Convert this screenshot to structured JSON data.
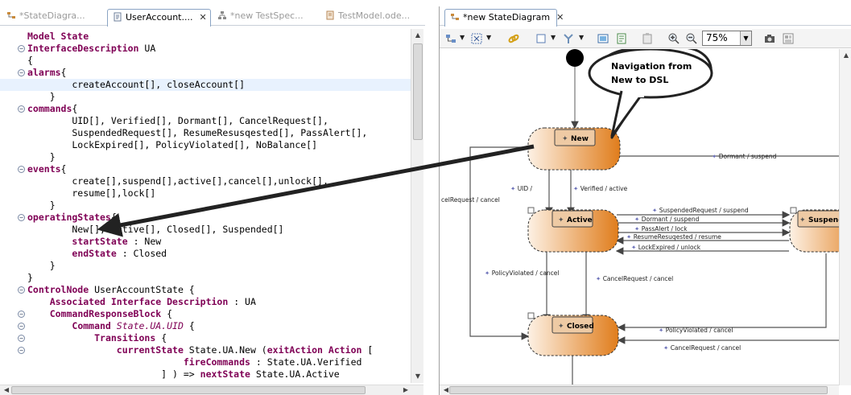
{
  "left_tabs": [
    {
      "label": "*StateDiagra...",
      "active": false
    },
    {
      "label": "UserAccount....",
      "active": true
    },
    {
      "label": "*new TestSpec...",
      "active": false
    },
    {
      "label": "TestModel.ode...",
      "active": false
    }
  ],
  "right_tab": {
    "label": "*new StateDiagram"
  },
  "code": {
    "l01": "Model State",
    "l02_kw": "InterfaceDescription",
    "l02_rest": " UA",
    "l03": "{",
    "l04_kw": "alarms",
    "l04_rest": "{",
    "l05": "        createAccount[], closeAccount[]",
    "l06": "    }",
    "l07_kw": "commands",
    "l07_rest": "{",
    "l08": "        UID[], Verified[], Dormant[], CancelRequest[],",
    "l09": "        SuspendedRequest[], ResumeResusqested[], PassAlert[],",
    "l10": "        LockExpired[], PolicyViolated[], NoBalance[]",
    "l11": "    }",
    "l12_kw": "events",
    "l12_rest": "{",
    "l13": "        create[],suspend[],active[],cancel[],unlock[],",
    "l14": "        resume[],lock[]",
    "l15": "    }",
    "l16_kw": "operatingStates",
    "l16_rest": "{",
    "l17": "        New[], Active[], Closed[], Suspended[]",
    "l18_kw": "startState",
    "l18_rest": " : New",
    "l19_kw": "endState",
    "l19_rest": " : Closed",
    "l20": "    }",
    "l21": "}",
    "l22_kw": "ControlNode",
    "l22_rest": " UserAccountState {",
    "l23_kw": "Associated Interface Description",
    "l23_rest": " : UA",
    "l24_kw": "CommandResponseBlock",
    "l24_rest": " {",
    "l25_kw": "Command",
    "l25_it": "State.UA.UID",
    "l25_rest": " {",
    "l26_kw": "Transitions",
    "l26_rest": " {",
    "l27_kw": "currentState",
    "l27_mid": " State.UA.New (",
    "l27_kw2": "exitAction Action",
    "l27_rest": " [",
    "l28_kw": "fireCommands",
    "l28_rest": " : State.UA.Verified",
    "l29_pre": "] ) => ",
    "l29_kw": "nextState",
    "l29_rest": " State.UA.Active"
  },
  "toolbar": {
    "zoom": "75%"
  },
  "diagram": {
    "callout": {
      "line1": "Navigation from",
      "line2": "New to DSL"
    },
    "states": {
      "new": "New",
      "active": "Active",
      "closed": "Closed",
      "suspended": "Suspende"
    },
    "transitions": {
      "dormant": "Dormant /  suspend",
      "uid": "UID /",
      "verified": "Verified /  active",
      "cancel_left": "celRequest /  cancel",
      "suspended_req": "SuspendedRequest /  suspend",
      "dormant2": "Dormant /  suspend",
      "passalert": "PassAlert /  lock",
      "resume": "ResumeResuqested /  resume",
      "lockexpired": "LockExpired /  unlock",
      "policy1": "PolicyViolated /  cancel",
      "cancel1": "CancelRequest /  cancel",
      "policy2": "PolicyViolated /  cancel",
      "cancel2": "CancelRequest /  cancel"
    }
  }
}
